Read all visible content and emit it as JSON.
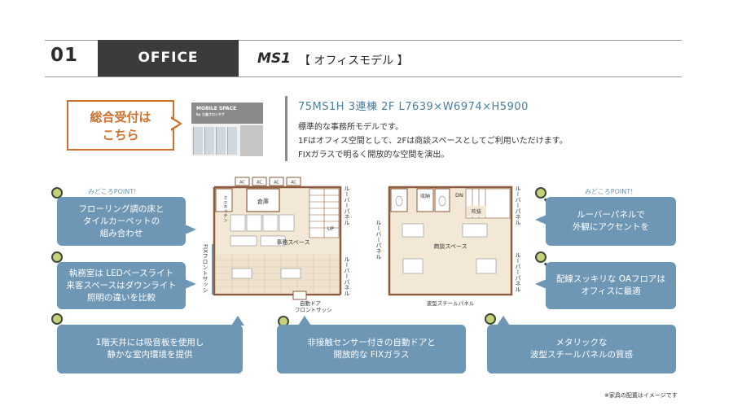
{
  "header": {
    "number": "01",
    "category": "OFFICE",
    "model_code": "MS1",
    "model_label": "【 オフィスモデル 】"
  },
  "reception": {
    "line1": "総合受付は",
    "line2": "こちら"
  },
  "thumbnail": {
    "sign_line1": "MOBILE SPACE",
    "sign_line2": "by 三協フロンテア"
  },
  "spec": {
    "title": "75MS1H 3連棟 2F L7639×W6974×H5900",
    "lines": [
      "標準的な事務所モデルです。",
      "1Fはオフィス空間として、2Fは商談スペースとしてご利用いただけます。",
      "FIXガラスで明るく開放的な空間を演出。"
    ]
  },
  "points_label_left": "みどころPOINT!",
  "points_label_right": "みどころPOINT!",
  "bubbles": {
    "b1": [
      "フローリング調の床と",
      "タイルカーペットの",
      "組み合わせ"
    ],
    "b2": [
      "執務室は LEDベースライト",
      "来客スペースはダウンライト",
      "照明の違いを比較"
    ],
    "b3": [
      "1階天井には吸音板を使用し",
      "静かな室内環境を提供"
    ],
    "b4": [
      "非接触センサー付きの自動ドアと",
      "開放的な FIXガラス"
    ],
    "b5": [
      "ルーバーパネルで",
      "外観にアクセントを"
    ],
    "b6": [
      "配線スッキリな OAフロアは",
      "オフィスに最適"
    ],
    "b7": [
      "メタリックな",
      "波型スチールパネルの質感"
    ]
  },
  "floor1": {
    "ac": "AC",
    "mini_kitchen": "ミニキッチン",
    "storage": "倉庫",
    "up": "UP",
    "office_space": "事務スペース",
    "louver_right": "ルーバーパネル",
    "louver_right2": "ルーバーパネル",
    "fix_sash": "FIXフロントサッシ",
    "auto_door_1": "自動ドア",
    "auto_door_2": "フロントサッシ"
  },
  "floor2": {
    "storage": "収納",
    "dn": "DN",
    "stairwell": "吹抜",
    "meeting_space": "商談スペース",
    "louver_left": "ルーバーパネル",
    "louver_right": "ルーバーパネル",
    "louver_right2": "ルーバーパネル",
    "steel_panel": "波型スチールパネル"
  },
  "note": "※家具の配置はイメージです",
  "colors": {
    "accent_orange": "#d1702a",
    "bubble_blue": "#6e96b5",
    "header_dark": "#3b3b3b",
    "wall_brown": "#8c5a3c",
    "floor_wood": "#f3e8d6"
  }
}
